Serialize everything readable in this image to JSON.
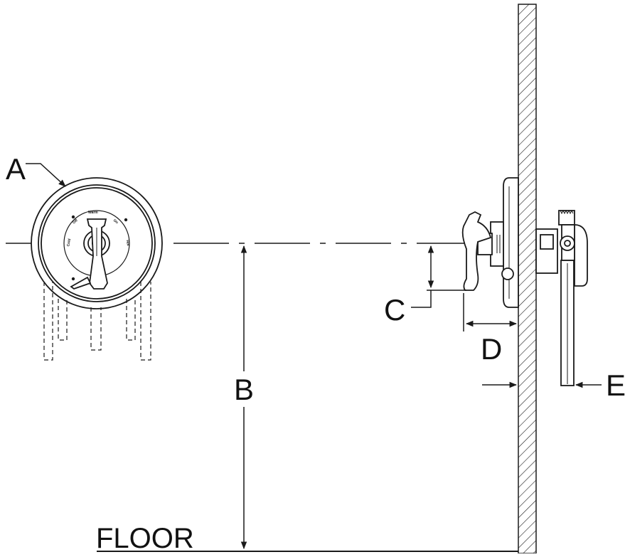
{
  "labels": {
    "a": "A",
    "b": "B",
    "c": "C",
    "d": "D",
    "e": "E",
    "floor": "FLOOR"
  },
  "dial": {
    "top": "Warm",
    "upper_left": "Off",
    "upper_right": "On",
    "left": "Cold",
    "right": "Hot"
  },
  "colors": {
    "line": "#1a1a1a",
    "background": "#ffffff"
  }
}
